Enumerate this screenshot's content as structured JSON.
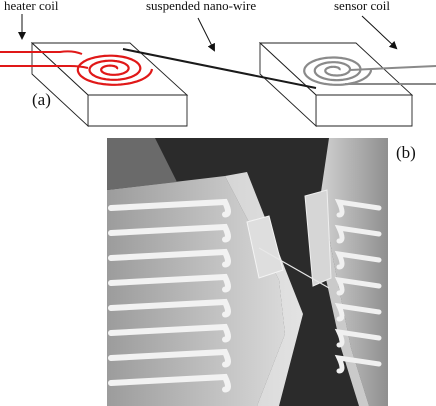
{
  "labels": {
    "heater_coil": "heater coil",
    "suspended_nano_wire": "suspended nano-wire",
    "sensor_coil": "sensor coil",
    "panel_a": "(a)",
    "panel_b": "(b)"
  },
  "colors": {
    "heater_coil": "#e01818",
    "sensor_coil": "#8a8a8a",
    "nano_wire": "#1a1a1a",
    "block_outline": "#222222"
  },
  "icons": {
    "pointer_arrows": "arrow-icon"
  }
}
